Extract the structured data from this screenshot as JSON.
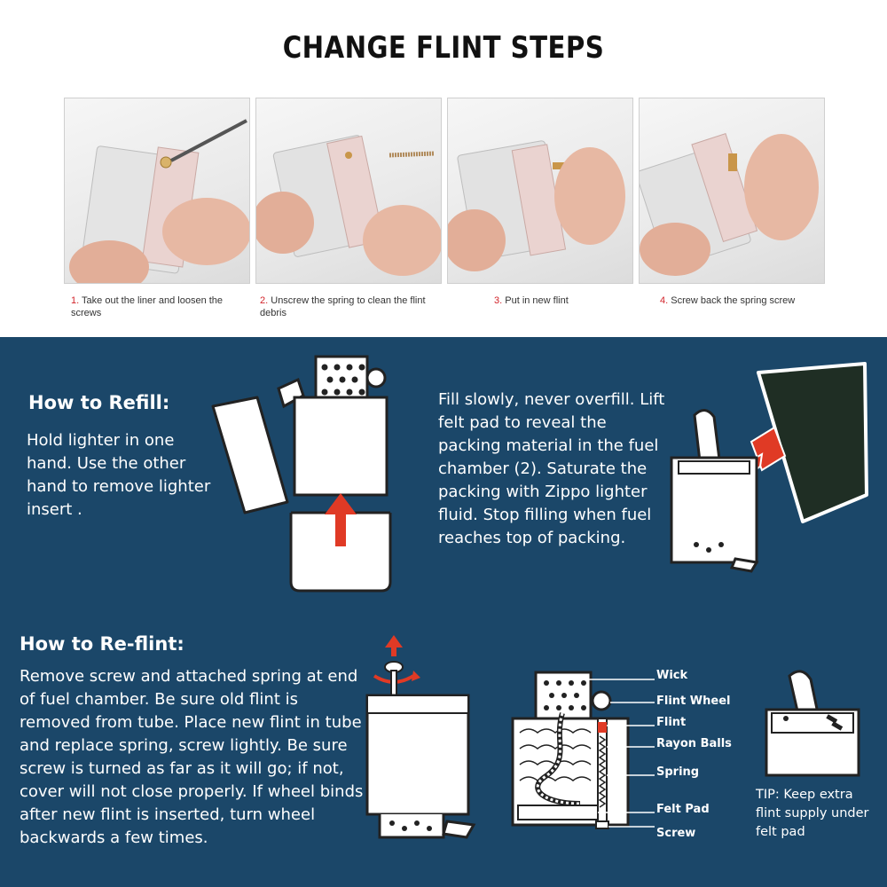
{
  "title": "CHANGE FLINT STEPS",
  "steps": [
    {
      "num": "1.",
      "text": "Take out the liner and loosen the screws"
    },
    {
      "num": "2.",
      "text": "Unscrew the spring to clean the flint debris"
    },
    {
      "num": "3.",
      "text": "Put in new flint"
    },
    {
      "num": "4.",
      "text": "Screw back the spring screw"
    }
  ],
  "refill": {
    "heading": "How to Refill:",
    "text": "Hold lighter in one hand. Use the other hand to remove lighter insert .",
    "fill_text": "Fill slowly, never overfill. Lift felt pad to reveal the packing material in the fuel chamber (2). Saturate the packing with Zippo lighter fluid. Stop filling when fuel reaches top of packing."
  },
  "reflint": {
    "heading": "How to Re-flint:",
    "text": "Remove screw  and attached spring at end of fuel chamber. Be sure old flint is removed from tube. Place new flint in tube and replace spring, screw lightly.  Be sure screw is turned as far as it will go; if not, cover will not close properly. If wheel binds after new flint is inserted, turn wheel backwards a few times."
  },
  "parts": {
    "wick": "Wick",
    "flint_wheel": "Flint Wheel",
    "flint": "Flint",
    "rayon_balls": "Rayon Balls",
    "spring": "Spring",
    "felt_pad": "Felt Pad",
    "screw": "Screw"
  },
  "tip": "TIP: Keep extra flint supply under felt pad",
  "colors": {
    "panel_bg": "#1b4769",
    "accent_red": "#e03a25",
    "step_number_red": "#d2232a"
  }
}
